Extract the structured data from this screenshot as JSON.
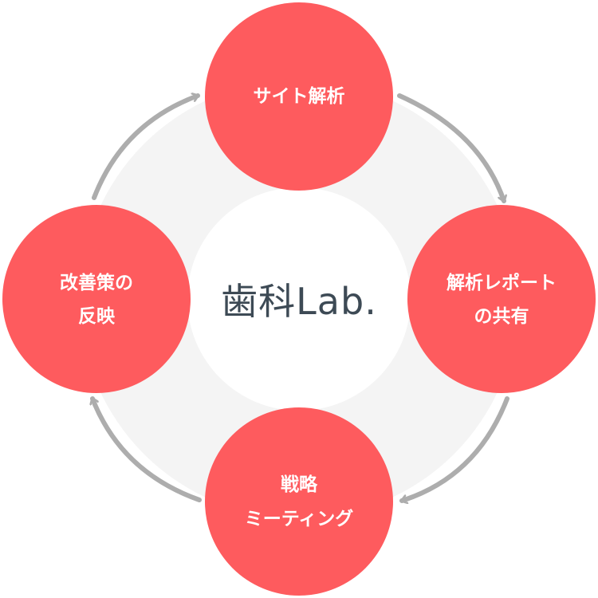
{
  "diagram": {
    "center": {
      "logo_text": "歯科Lab."
    },
    "nodes": {
      "top": {
        "lines": [
          "サイト解析"
        ]
      },
      "right": {
        "lines": [
          "解析レポート",
          "の共有"
        ]
      },
      "bottom": {
        "lines": [
          "戦略",
          "ミーティング"
        ]
      },
      "left": {
        "lines": [
          "改善策の",
          "反映"
        ]
      }
    },
    "colors": {
      "node_fill": "#fe5b5e",
      "arrow": "#adadad",
      "ring": "#f4f4f4",
      "center_fill": "#ffffff",
      "logo": "#3d4a55"
    }
  }
}
